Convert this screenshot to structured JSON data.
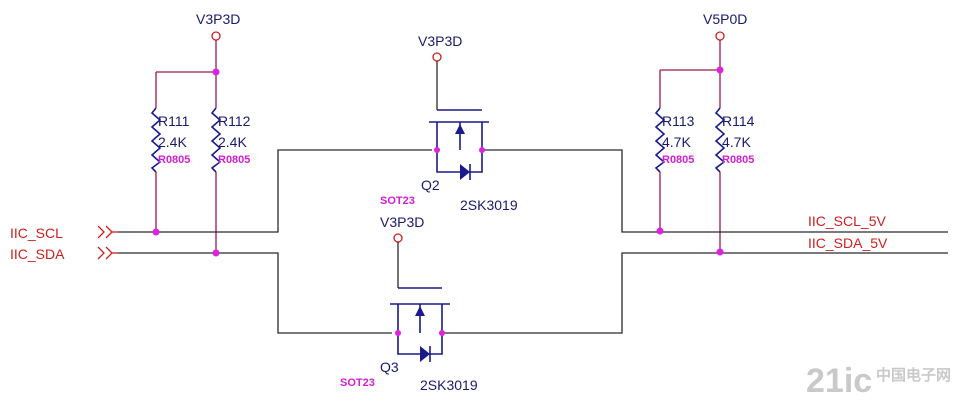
{
  "power": {
    "left": "V3P3D",
    "q2": "V3P3D",
    "q3": "V3P3D",
    "right": "V5P0D"
  },
  "nets": {
    "scl_in": "IIC_SCL",
    "sda_in": "IIC_SDA",
    "scl_out": "IIC_SCL_5V",
    "sda_out": "IIC_SDA_5V"
  },
  "resistors": [
    {
      "ref": "R111",
      "value": "2.4K",
      "footprint": "R0805"
    },
    {
      "ref": "R112",
      "value": "2.4K",
      "footprint": "R0805"
    },
    {
      "ref": "R113",
      "value": "4.7K",
      "footprint": "R0805"
    },
    {
      "ref": "R114",
      "value": "4.7K",
      "footprint": "R0805"
    }
  ],
  "transistors": [
    {
      "ref": "Q2",
      "part": "2SK3019",
      "package": "SOT23"
    },
    {
      "ref": "Q3",
      "part": "2SK3019",
      "package": "SOT23"
    }
  ],
  "watermark": {
    "brand": "21ic",
    "site": "中国电子网"
  },
  "colors": {
    "net": "#cc1f1f",
    "part": "#1a1a8a",
    "footprint": "#d21fd2",
    "rail": "#a0184a"
  }
}
